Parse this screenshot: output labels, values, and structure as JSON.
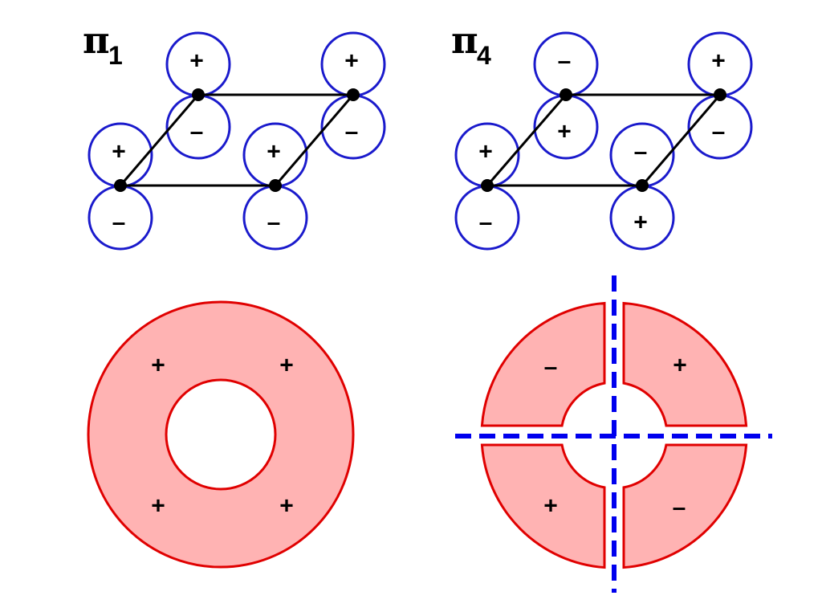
{
  "diagrams": [
    {
      "title_symbol": "π",
      "title_subscript": "1",
      "lobes": [
        {
          "atom": 0,
          "upper": "+",
          "lower": "–"
        },
        {
          "atom": 1,
          "upper": "+",
          "lower": "–"
        },
        {
          "atom": 2,
          "upper": "+",
          "lower": "–"
        },
        {
          "atom": 3,
          "upper": "+",
          "lower": "–"
        }
      ]
    },
    {
      "title_symbol": "π",
      "title_subscript": "4",
      "lobes": [
        {
          "atom": 0,
          "upper": "+",
          "lower": "–"
        },
        {
          "atom": 1,
          "upper": "–",
          "lower": "+"
        },
        {
          "atom": 2,
          "upper": "–",
          "lower": "+"
        },
        {
          "atom": 3,
          "upper": "+",
          "lower": "–"
        }
      ]
    }
  ],
  "rings": {
    "full": {
      "signs": [
        "+",
        "+",
        "+",
        "+"
      ]
    },
    "split": {
      "signs": {
        "top_left": "–",
        "top_right": "+",
        "bottom_left": "+",
        "bottom_right": "–"
      }
    }
  },
  "colors": {
    "lobe": "#1a1acc",
    "ring_fill": "#ffb3b3",
    "ring_stroke": "#e00000",
    "nodal_plane": "#0000ee"
  }
}
